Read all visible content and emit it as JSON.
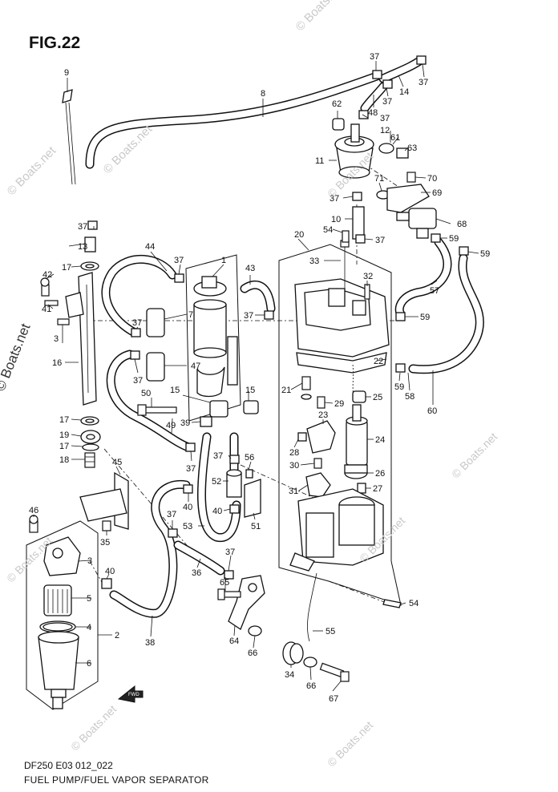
{
  "figure": {
    "title": "FIG.22",
    "code": "DF250 E03 012_022",
    "caption": "FUEL PUMP/FUEL VAPOR SEPARATOR"
  },
  "watermark": "© Boats.net",
  "icons": {
    "fwd_arrow": "fwd-arrow-icon"
  },
  "fwd_label": "FWD",
  "callouts": {
    "c1": "1",
    "c2": "2",
    "c3": "3",
    "c4": "4",
    "c5": "5",
    "c6": "6",
    "c7": "7",
    "c8": "8",
    "c9": "9",
    "c11": "11",
    "c12": "12",
    "c13": "13",
    "c14": "14",
    "c15a": "15",
    "c15b": "15",
    "c16": "16",
    "c17a": "17",
    "c17b": "17",
    "c17c": "17",
    "c18": "18",
    "c19": "19",
    "c20": "20",
    "c21": "21",
    "c22": "22",
    "c23": "23",
    "c24": "24",
    "c25": "25",
    "c26": "26",
    "c27": "27",
    "c28": "28",
    "c29": "29",
    "c30": "30",
    "c31": "31",
    "c32": "32",
    "c33": "33",
    "c34": "34",
    "c35": "35",
    "c36": "36",
    "c37a": "37",
    "c37b": "37",
    "c37c": "37",
    "c37d": "37",
    "c37e": "37",
    "c37f": "37",
    "c37g": "37",
    "c37h": "37",
    "c37i": "37",
    "c37j": "37",
    "c37k": "37",
    "c37l": "37",
    "c37m": "37",
    "c37n": "37",
    "c38": "38",
    "c39": "39",
    "c40a": "40",
    "c40b": "40",
    "c40c": "40",
    "c41": "41",
    "c42": "42",
    "c43": "43",
    "c44": "44",
    "c45": "45",
    "c46": "46",
    "c47": "47",
    "c48": "48",
    "c49": "49",
    "c50": "50",
    "c51": "51",
    "c52": "52",
    "c53": "53",
    "c54a": "54",
    "c54b": "54",
    "c55": "55",
    "c56": "56",
    "c57": "57",
    "c58": "58",
    "c59a": "59",
    "c59b": "59",
    "c59c": "59",
    "c59d": "59",
    "c60": "60",
    "c61": "61",
    "c62": "62",
    "c63": "63",
    "c64": "64",
    "c65": "65",
    "c66a": "66",
    "c66b": "66",
    "c67": "67",
    "c68": "68",
    "c69": "69",
    "c70": "70",
    "c71": "71"
  }
}
